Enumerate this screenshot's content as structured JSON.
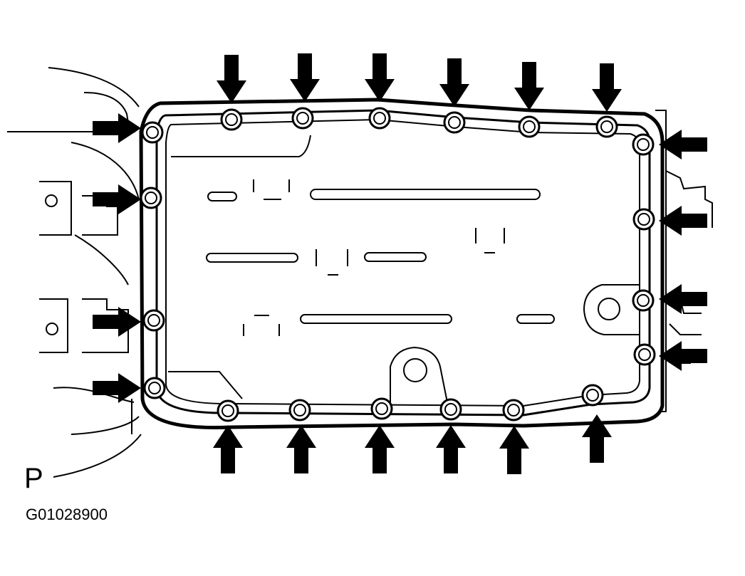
{
  "diagram": {
    "view_label": "P",
    "figure_code": "G01028900",
    "bolt_count": 20,
    "arrow_count": 20,
    "colors": {
      "ink": "#000000",
      "paper": "#ffffff"
    }
  }
}
